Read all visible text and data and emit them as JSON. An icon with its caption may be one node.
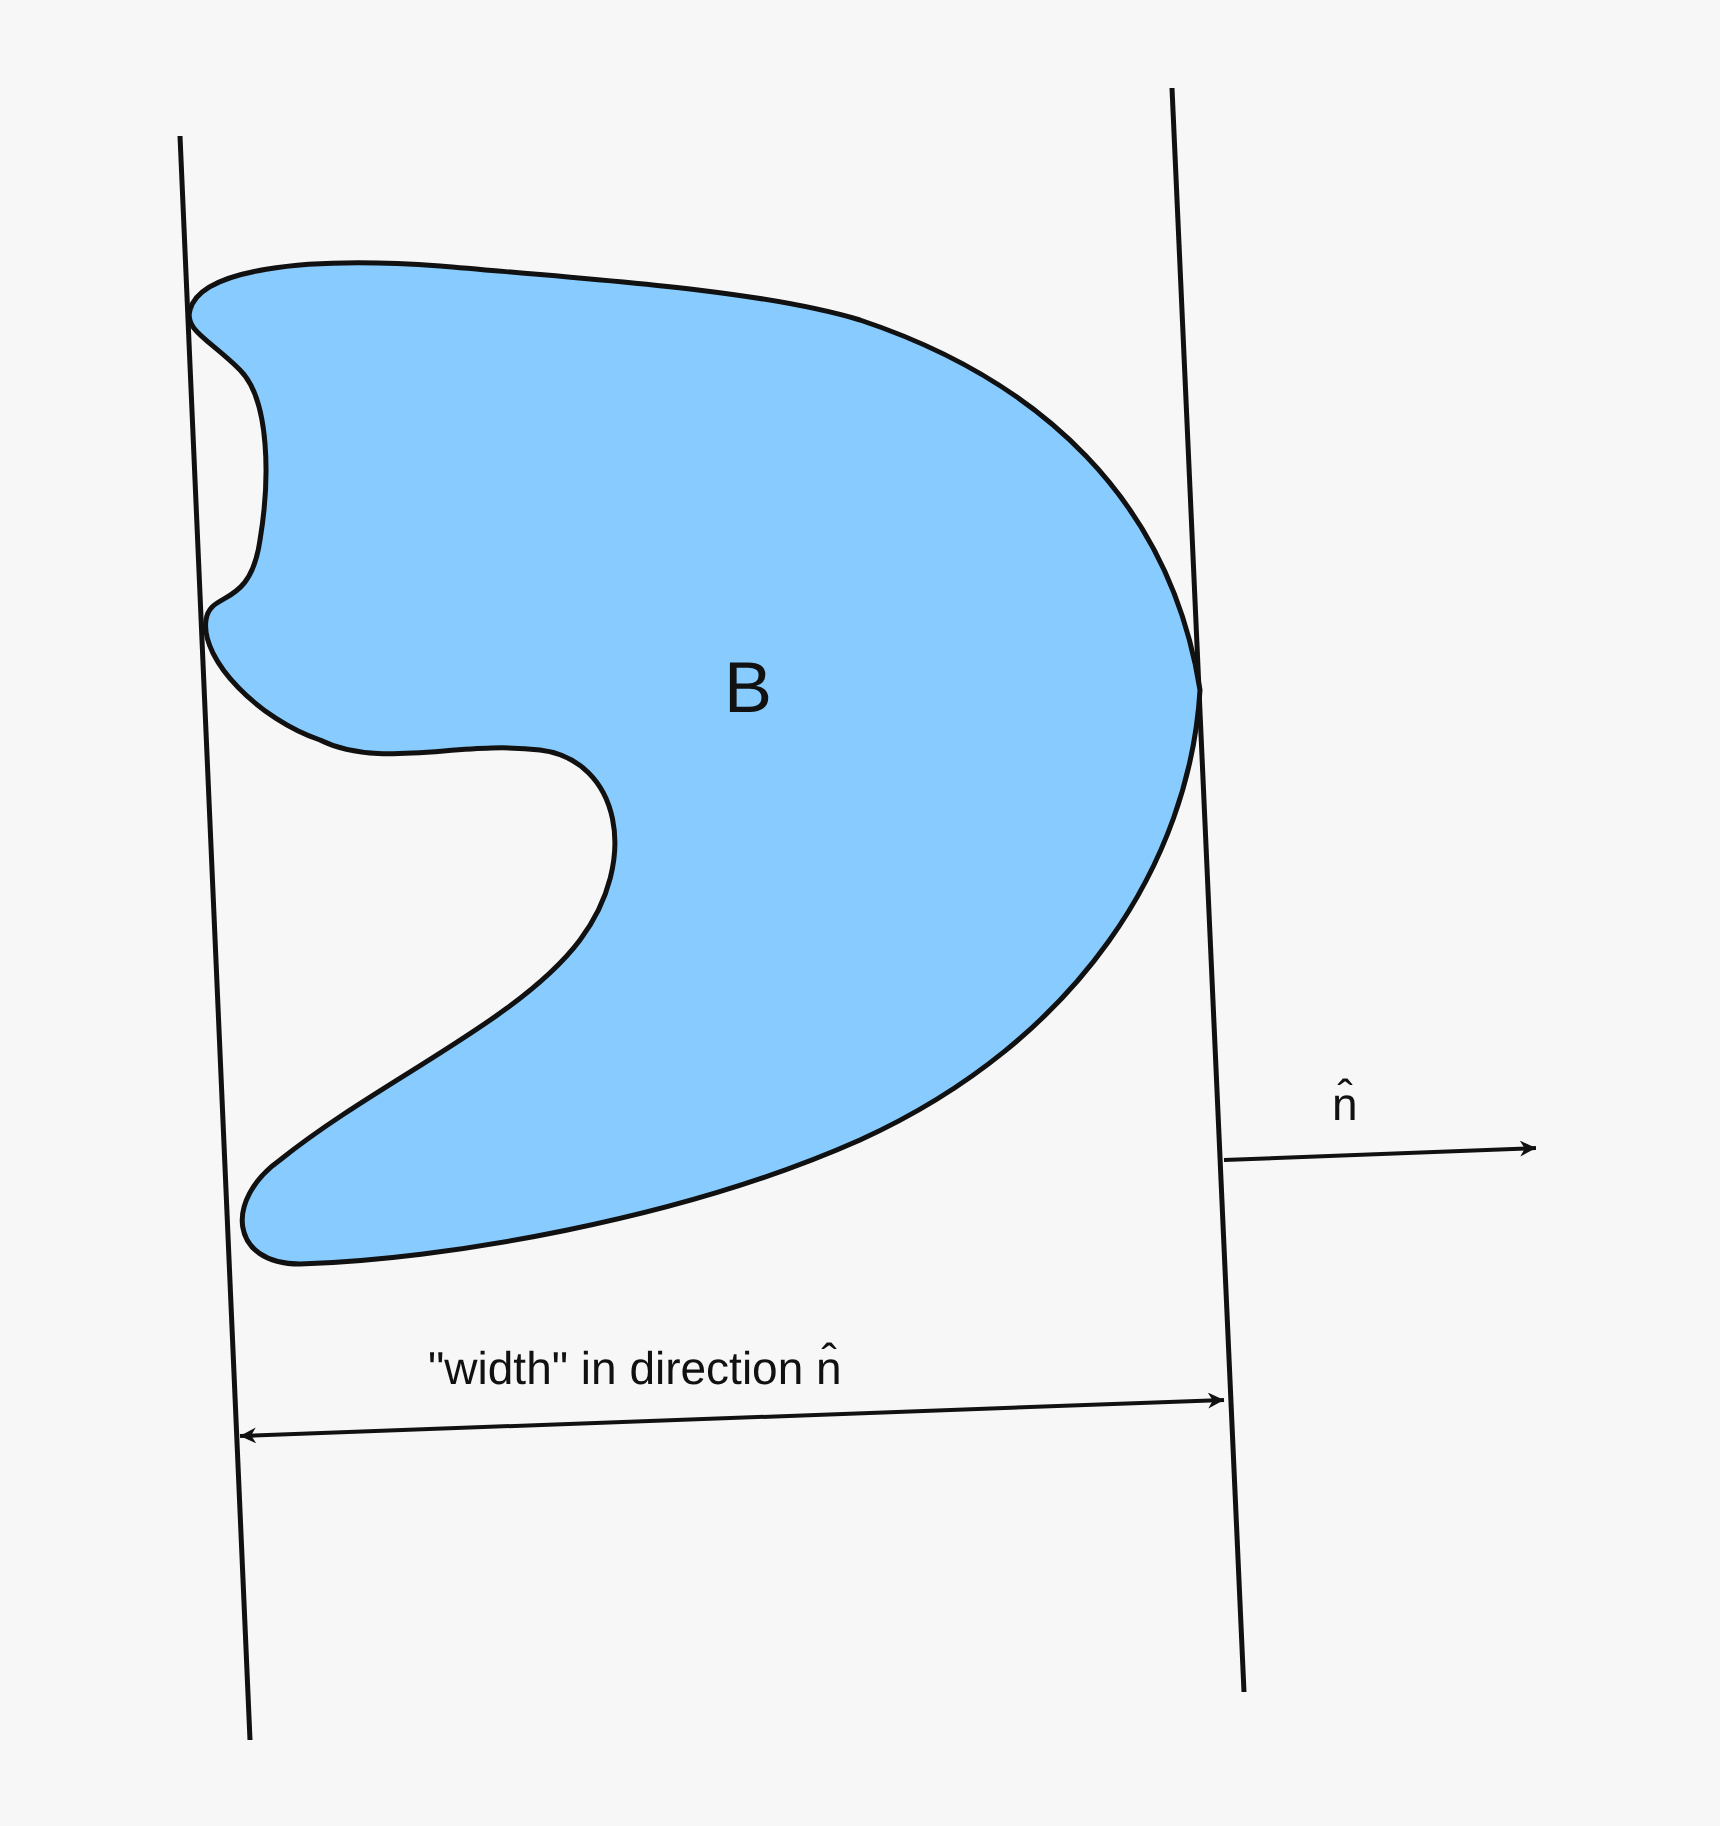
{
  "diagram": {
    "nodes": [
      {
        "text": [
          "B"
        ]
      }
    ],
    "labels": [
      "n̂",
      "\"width\" in direction n̂"
    ]
  }
}
